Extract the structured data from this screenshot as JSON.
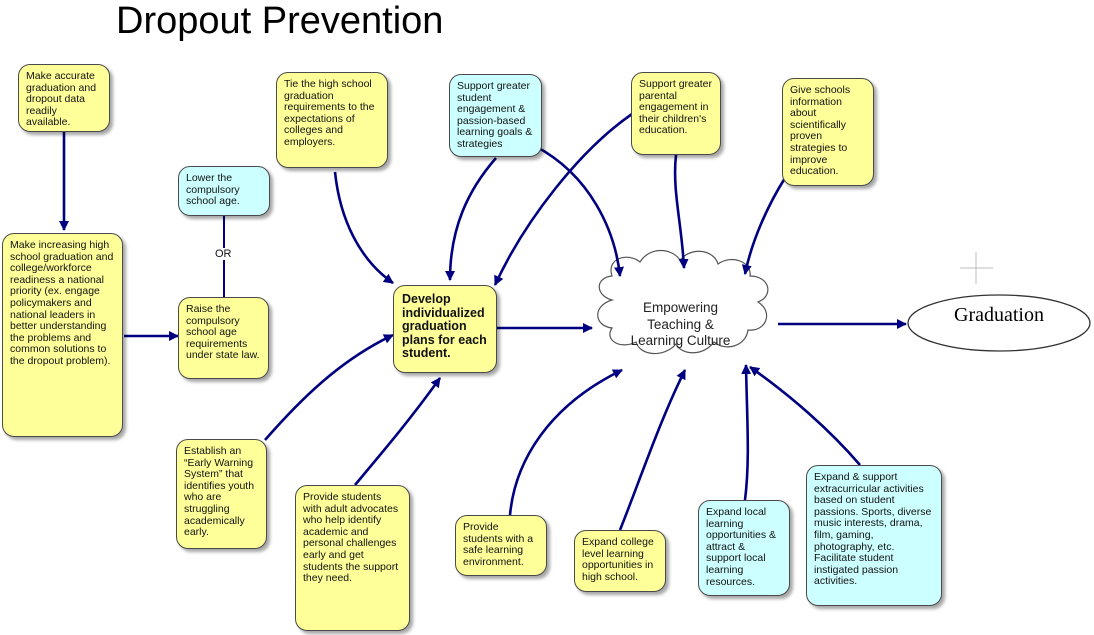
{
  "title": "Dropout Prevention",
  "connector_label": "OR",
  "hub_label": "Empowering\nTeaching &\nLearning Culture",
  "goal_label": "Graduation",
  "colors": {
    "yellow_box": "#ffff99",
    "cyan_box": "#ccffff",
    "arrow": "#000080"
  },
  "boxes": {
    "data": "Make accurate graduation and dropout data readily available.",
    "priority": "Make increasing high school graduation and college/workforce readiness a national priority (ex. engage policymakers and national leaders in better understanding the problems and common solutions to the dropout problem).",
    "lower_age": "Lower the compulsory school age.",
    "raise_age": "Raise the compulsory school age requirements under state law.",
    "tie": "Tie the high school graduation requirements to the expectations of colleges and employers.",
    "engagement": "Support greater student engagement & passion-based learning goals & strategies",
    "parental": "Support greater parental engagement in their children's education.",
    "schools_info": "Give schools information about scientifically proven strategies to improve education.",
    "plans": "Develop individualized graduation plans for each student.",
    "early_warning": "Establish an “Early Warning System” that identifies youth who are struggling academically early.",
    "advocates": "Provide students with adult advocates who help identify academic and personal challenges early and get students the support they need.",
    "safe": "Provide students with a safe learning environment.",
    "college": "Expand college level learning opportunities in high school.",
    "local": "Expand local learning opportunities & attract & support local learning resources.",
    "extracurricular": "Expand & support extracurricular activities based on student passions.  Sports, diverse music interests, drama, film, gaming, photography, etc.  Facilitate student instigated passion activities."
  }
}
